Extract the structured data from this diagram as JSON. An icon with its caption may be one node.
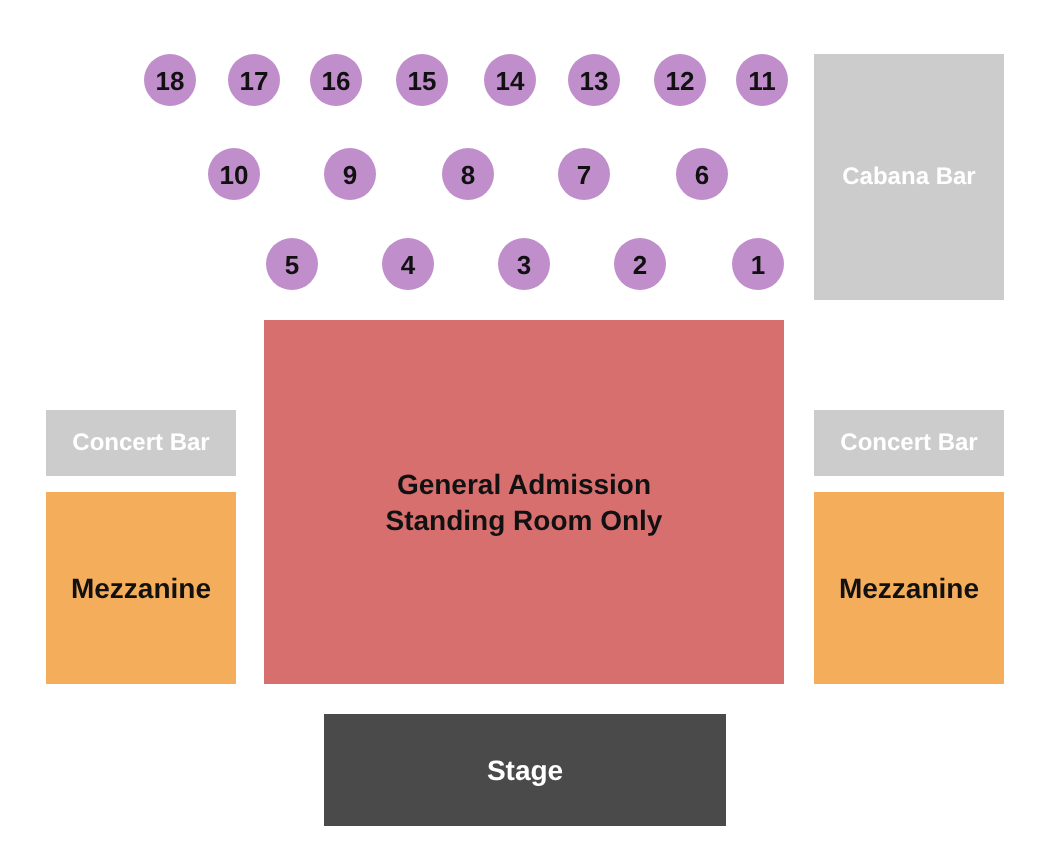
{
  "diagram": {
    "nodes": [
      {
        "text": [
          "18"
        ]
      },
      {
        "text": [
          "17"
        ]
      },
      {
        "text": [
          "16"
        ]
      },
      {
        "text": [
          "15"
        ]
      },
      {
        "text": [
          "14"
        ]
      },
      {
        "text": [
          "13"
        ]
      },
      {
        "text": [
          "12"
        ]
      },
      {
        "text": [
          "11"
        ]
      },
      {
        "text": [
          "Cabana Bar"
        ]
      },
      {
        "text": [
          "10"
        ]
      },
      {
        "text": [
          "9"
        ]
      },
      {
        "text": [
          "8"
        ]
      },
      {
        "text": [
          "7"
        ]
      },
      {
        "text": [
          "6"
        ]
      },
      {
        "text": [
          "5"
        ]
      },
      {
        "text": [
          "4"
        ]
      },
      {
        "text": [
          "3"
        ]
      },
      {
        "text": [
          "2"
        ]
      },
      {
        "text": [
          "1"
        ]
      },
      {
        "text": [
          "Concert Bar"
        ]
      },
      {
        "text": [
          "General Admission Standing Room Only"
        ]
      },
      {
        "text": [
          "Concert Bar"
        ]
      },
      {
        "text": [
          "Mezzanine"
        ]
      },
      {
        "text": [
          "Mezzanine"
        ]
      },
      {
        "text": [
          "Stage"
        ]
      }
    ]
  }
}
